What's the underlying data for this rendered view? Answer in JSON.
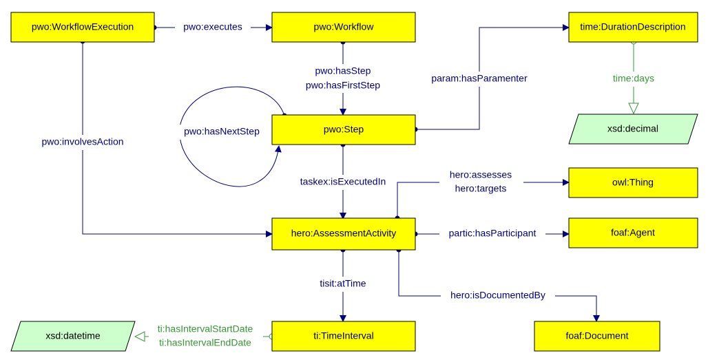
{
  "nodes": {
    "workflow_execution": "pwo:WorkflowExecution",
    "workflow": "pwo:Workflow",
    "duration_description": "time:DurationDescription",
    "step": "pwo:Step",
    "xsd_decimal": "xsd:decimal",
    "owl_thing": "owl:Thing",
    "assessment_activity": "hero:AssessmentActivity",
    "foaf_agent": "foaf:Agent",
    "xsd_datetime": "xsd:datetime",
    "time_interval": "ti:TimeInterval",
    "foaf_document": "foaf:Document"
  },
  "edges": {
    "executes": "pwo:executes",
    "has_step": "pwo:hasStep",
    "has_first_step": "pwo:hasFirstStep",
    "has_paramenter": "param:hasParamenter",
    "days": "time:days",
    "has_next_step": "pwo:hasNextStep",
    "involves_action": "pwo:involvesAction",
    "is_executed_in": "taskex:isExecutedIn",
    "assesses": "hero:assesses",
    "targets": "hero:targets",
    "has_participant": "partic:hasParticipant",
    "at_time": "tisit:atTime",
    "is_documented_by": "hero:isDocumentedBy",
    "has_interval_start_date": "ti:hasIntervalStartDate",
    "has_interval_end_date": "ti:hasIntervalEndDate"
  },
  "colors": {
    "class_fill": "#ffff00",
    "datatype_fill": "#ccffcc",
    "object_property": "#00007f",
    "data_property": "#339933"
  }
}
